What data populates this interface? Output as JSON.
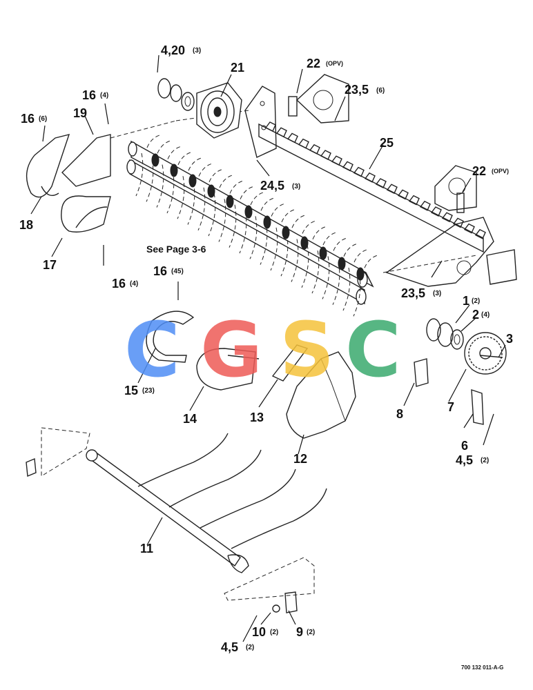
{
  "callouts": {
    "c_4_20": "4,20",
    "q_4_20": "(3)",
    "c_21": "21",
    "c_22a": "22",
    "opv_22a": "(OPV)",
    "c_23_5a": "23,5",
    "q_23_5a": "(6)",
    "c_16a": "16",
    "q_16a": "(4)",
    "c_16b": "16",
    "q_16b": "(6)",
    "c_19": "19",
    "c_25": "25",
    "c_24_5": "24,5",
    "q_24_5": "(3)",
    "c_22b": "22",
    "opv_22b": "(OPV)",
    "c_18": "18",
    "c_17": "17",
    "c_16c": "16",
    "q_16c": "(4)",
    "c_16d": "16",
    "q_16d": "(45)",
    "c_23_5b": "23,5",
    "q_23_5b": "(3)",
    "c_1": "1",
    "q_1": "(2)",
    "c_2": "2",
    "q_2": "(4)",
    "c_3": "3",
    "c_15": "15",
    "q_15": "(23)",
    "c_14": "14",
    "c_13": "13",
    "c_12": "12",
    "c_8": "8",
    "c_7": "7",
    "c_6": "6",
    "c_4_5a": "4,5",
    "q_4_5a": "(2)",
    "c_11": "11",
    "c_10": "10",
    "q_10": "(2)",
    "c_9": "9",
    "q_9": "(2)",
    "c_4_5b": "4,5",
    "q_4_5b": "(2)"
  },
  "see_page": "See Page 3-6",
  "watermark": {
    "text": "CGSC",
    "letters": [
      "C",
      "G",
      "S",
      "C"
    ],
    "colors": [
      "#4f8ef5",
      "#ee5b57",
      "#f5c23b",
      "#3aaa6e"
    ]
  },
  "figure_code": "700 132 011-A-G"
}
